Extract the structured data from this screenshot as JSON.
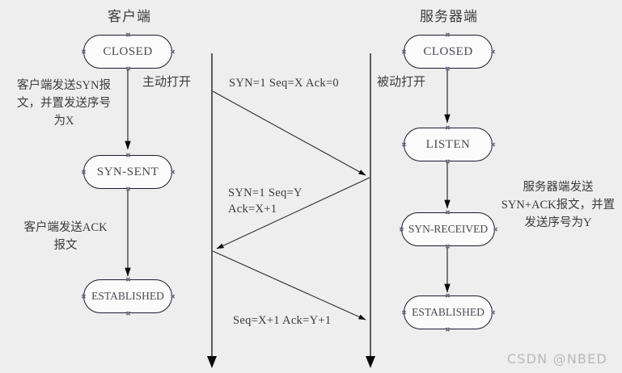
{
  "diagram": {
    "kind": "tcp-three-way-handshake-sequence-diagram",
    "background_color": "#eeeeee",
    "line_color": "#2b2b2b",
    "text_color": "#3a3a3a",
    "box_fill": "#fbfbfb"
  },
  "columns": {
    "client": {
      "title": "客户端",
      "open_label": "主动打开",
      "states": [
        {
          "label": "CLOSED"
        },
        {
          "label": "SYN-SENT"
        },
        {
          "label": "ESTABLISHED"
        }
      ],
      "notes": [
        "客户端发送SYN报\n文，并置发送序号\n为X",
        "客户端发送ACK\n报文"
      ]
    },
    "server": {
      "title": "服务器端",
      "open_label": "被动打开",
      "states": [
        {
          "label": "CLOSED"
        },
        {
          "label": "LISTEN"
        },
        {
          "label": "SYN-RECEIVED"
        },
        {
          "label": "ESTABLISHED"
        }
      ],
      "notes": [
        "服务器端发送\nSYN+ACK报文，并置\n发送序号为Y"
      ]
    }
  },
  "messages": [
    {
      "label": "SYN=1  Seq=X  Ack=0",
      "direction": "client-to-server"
    },
    {
      "label": "SYN=1  Seq=Y\n   Ack=X+1",
      "direction": "server-to-client"
    },
    {
      "label": "Seq=X+1  Ack=Y+1",
      "direction": "client-to-server"
    }
  ],
  "watermark": "CSDN @NBED"
}
